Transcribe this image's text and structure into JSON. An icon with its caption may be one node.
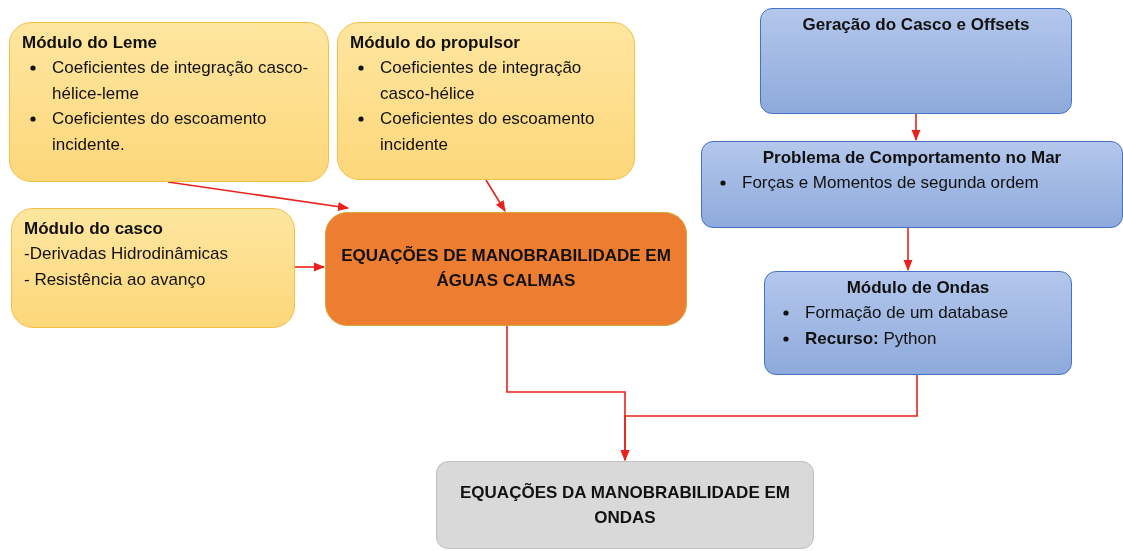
{
  "diagram": {
    "nodes": [
      {
        "text": [
          "Módulo do Leme",
          "Coeficientes de integração casco-hélice-leme",
          "Coeficientes do escoamento incidente."
        ]
      },
      {
        "text": [
          "Módulo do propulsor",
          "Coeficientes de integração casco-hélice",
          "Coeficientes do escoamento incidente"
        ]
      },
      {
        "text": [
          "Geração do Casco e Offsets"
        ]
      },
      {
        "text": [
          "Problema de Comportamento no Mar",
          "Forças e Momentos de segunda ordem"
        ]
      },
      {
        "text": [
          "Módulo do casco",
          "-Derivadas Hidrodinâmicas",
          "- Resistência ao avanço"
        ]
      },
      {
        "text": [
          "EQUAÇÕES DE MANOBRABILIDADE EM ÁGUAS CALMAS"
        ]
      },
      {
        "text": [
          "Módulo de Ondas",
          "Formação de um database",
          "**Recurso:** Python"
        ]
      },
      {
        "text": [
          "EQUAÇÕES DA MANOBRABILIDADE EM ONDAS"
        ]
      }
    ],
    "edges": [
      {
        "from": 0,
        "to": 5,
        "arrow": "to"
      },
      {
        "from": 1,
        "to": 5,
        "arrow": "to"
      },
      {
        "from": 4,
        "to": 5,
        "arrow": "to"
      },
      {
        "from": 2,
        "to": 3,
        "arrow": "to"
      },
      {
        "from": 3,
        "to": 6,
        "arrow": "to"
      },
      {
        "from": 5,
        "to": 7,
        "arrow": "to"
      },
      {
        "from": 6,
        "to": 7,
        "arrow": "to"
      }
    ]
  }
}
